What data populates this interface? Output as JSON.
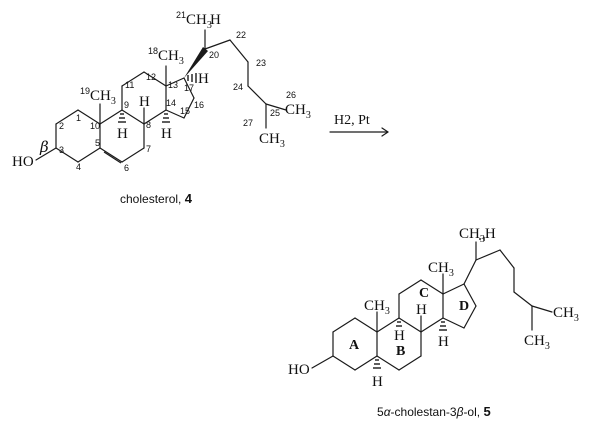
{
  "reaction": {
    "reagent": "H2, Pt"
  },
  "cholesterol": {
    "caption_name": "cholesterol, ",
    "caption_number": "4",
    "substituents": {
      "c21_methyl": "CH",
      "c21_methyl_sub": "3",
      "c20_h": "H",
      "c18_methyl": "CH",
      "c18_methyl_sub": "3",
      "c17_h": "H",
      "c19_methyl": "CH",
      "c19_methyl_sub": "3",
      "c8_h": "H",
      "c9_h": "H",
      "c14_h": "H",
      "c26_methyl": "CH",
      "c26_methyl_sub": "3",
      "c27_methyl": "CH",
      "c27_methyl_sub": "3",
      "hydroxyl": "HO",
      "beta_label": "β"
    },
    "carbon_numbers": [
      "1",
      "2",
      "3",
      "4",
      "5",
      "6",
      "7",
      "8",
      "9",
      "10",
      "11",
      "12",
      "13",
      "14",
      "15",
      "16",
      "17",
      "18",
      "19",
      "20",
      "21",
      "22",
      "23",
      "24",
      "25",
      "26",
      "27"
    ]
  },
  "cholestanol": {
    "caption_prefix": "5",
    "caption_alpha": "α",
    "caption_middle": "-cholestan-3",
    "caption_beta": "β",
    "caption_suffix": "-ol, ",
    "caption_number": "5",
    "ring_labels": [
      "A",
      "B",
      "C",
      "D"
    ],
    "substituents": {
      "c21_methyl": "CH",
      "c21_methyl_sub": "3",
      "c20_h": "H",
      "c18_methyl": "CH",
      "c18_methyl_sub": "3",
      "c19_methyl": "CH",
      "c19_methyl_sub": "3",
      "c8_h": "H",
      "c9_h": "H",
      "c14_h": "H",
      "c5_h": "H",
      "c26_methyl": "CH",
      "c26_methyl_sub": "3",
      "c27_methyl": "CH",
      "c27_methyl_sub": "3",
      "hydroxyl": "HO"
    }
  }
}
